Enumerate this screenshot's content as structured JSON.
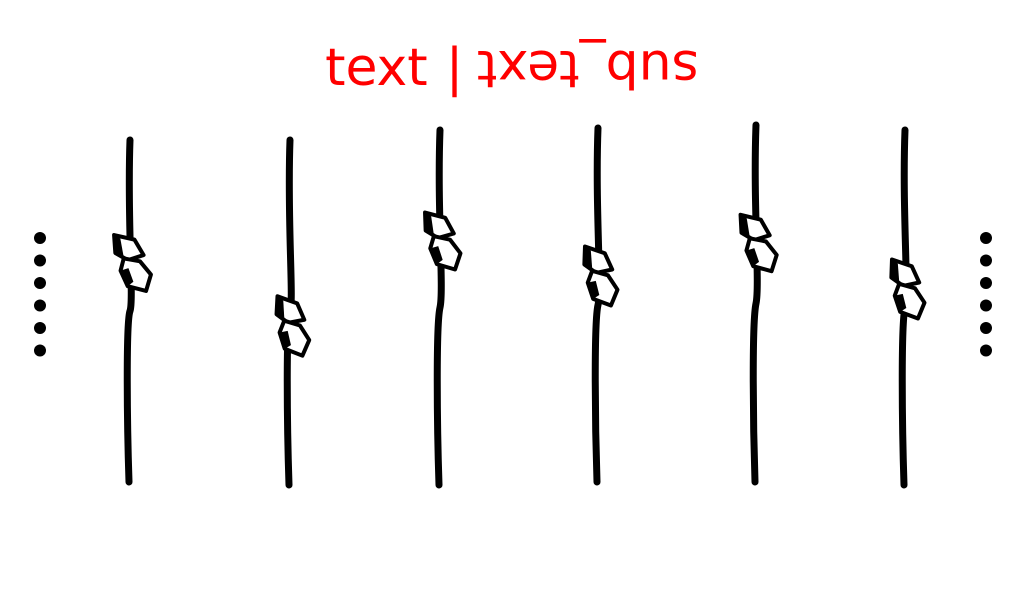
{
  "caption": {
    "left_text": "text",
    "separator": "|",
    "right_text": "sub_text",
    "right_text_rotated": true,
    "color": "#ff0000"
  },
  "strands": [
    {
      "knot": "knot"
    },
    {
      "knot": "knot"
    },
    {
      "knot": "knot"
    },
    {
      "knot": "knot"
    },
    {
      "knot": "knot"
    },
    {
      "knot": "knot"
    }
  ],
  "ellipsis_marks": {
    "left_dot_count": 6,
    "right_dot_count": 6,
    "color": "#000000"
  },
  "stroke_color": "#000000"
}
